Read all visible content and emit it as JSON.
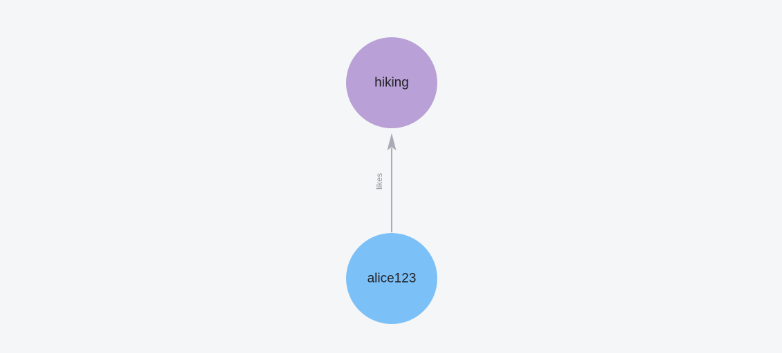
{
  "canvas": {
    "background": "#f5f6f7"
  },
  "graph": {
    "nodes": [
      {
        "id": "hiking",
        "label": "hiking",
        "fill": "#b9a0d6",
        "text_color": "#212226"
      },
      {
        "id": "alice123",
        "label": "alice123",
        "fill": "#7cc0f8",
        "text_color": "#212226"
      }
    ],
    "edges": [
      {
        "from": "alice123",
        "to": "hiking",
        "label": "likes",
        "stroke": "#a8acb4",
        "label_color": "#8e939b"
      }
    ]
  }
}
